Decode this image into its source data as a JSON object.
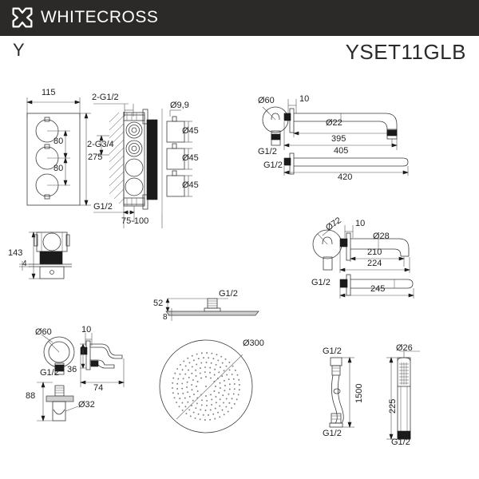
{
  "header": {
    "brand": "WHITECROSS",
    "brand_icon": "whitecross-x-logo",
    "background": "#2b2a28",
    "text_color": "#ffffff"
  },
  "title": {
    "series": "Y",
    "model": "YSET11GLB"
  },
  "drawings": [
    {
      "id": "thermostat-front",
      "name": "thermostatic-mixer-front-view",
      "labels": [
        "115",
        "80",
        "80",
        "275"
      ]
    },
    {
      "id": "thermostat-section",
      "name": "thermostatic-mixer-section-view",
      "labels": [
        "2-G1/2",
        "2-G3/4",
        "G1/2",
        "75-100",
        "Ø9,9",
        "Ø45",
        "Ø45",
        "Ø45"
      ]
    },
    {
      "id": "concealed-part",
      "name": "concealed-body-side-view",
      "labels": [
        "143",
        "4"
      ]
    },
    {
      "id": "shower-arm",
      "name": "wall-shower-arm",
      "labels": [
        "Ø60",
        "10",
        "Ø22",
        "395",
        "405",
        "G1/2",
        "G1/2",
        "420"
      ]
    },
    {
      "id": "bath-spout",
      "name": "wall-bath-spout",
      "labels": [
        "Ø72",
        "10",
        "Ø28",
        "210",
        "224",
        "G1/2",
        "245"
      ]
    },
    {
      "id": "rain-head-side",
      "name": "rain-shower-head-side-view",
      "labels": [
        "G1/2",
        "52",
        "8"
      ]
    },
    {
      "id": "rain-head-plan",
      "name": "rain-shower-head-plan-view",
      "labels": [
        "Ø300"
      ]
    },
    {
      "id": "wall-outlet",
      "name": "wall-outlet-and-holder",
      "labels": [
        "Ø60",
        "G1/2",
        "10",
        "36",
        "74",
        "88",
        "Ø32"
      ]
    },
    {
      "id": "shower-hose",
      "name": "flexible-shower-hose",
      "labels": [
        "G1/2",
        "1500",
        "G1/2"
      ]
    },
    {
      "id": "hand-shower",
      "name": "hand-shower-wand",
      "labels": [
        "Ø26",
        "225",
        "G1/2"
      ]
    }
  ],
  "dims": {
    "d_115": "115",
    "d_80a": "80",
    "d_80b": "80",
    "d_275": "275",
    "g_2_g12": "2-G1/2",
    "g_2_g34": "2-G3/4",
    "g_12_a": "G1/2",
    "d_75_100": "75-100",
    "d_99": "Ø9,9",
    "d_45a": "Ø45",
    "d_45b": "Ø45",
    "d_45c": "Ø45",
    "d_143": "143",
    "d_4": "4",
    "d_60a": "Ø60",
    "d_10a": "10",
    "d_22": "Ø22",
    "d_395": "395",
    "d_405": "405",
    "g_12_b": "G1/2",
    "g_12_c": "G1/2",
    "d_420": "420",
    "d_72": "Ø72",
    "d_10b": "10",
    "d_28": "Ø28",
    "d_210": "210",
    "d_224": "224",
    "g_12_d": "G1/2",
    "d_245": "245",
    "g_12_e": "G1/2",
    "d_52": "52",
    "d_8": "8",
    "d_300": "Ø300",
    "d_60b": "Ø60",
    "g_12_f": "G1/2",
    "d_10c": "10",
    "d_36": "36",
    "d_74": "74",
    "d_88": "88",
    "d_32": "Ø32",
    "g_12_g": "G1/2",
    "d_1500": "1500",
    "g_12_h": "G1/2",
    "d_26": "Ø26",
    "d_225": "225",
    "g_12_i": "G1/2"
  },
  "colors": {
    "line": "#3a3a3a",
    "dim": "#555555",
    "dark_fill": "#1b1b1b",
    "grey_fill": "#cfcfcf",
    "page_bg": "#ffffff"
  }
}
